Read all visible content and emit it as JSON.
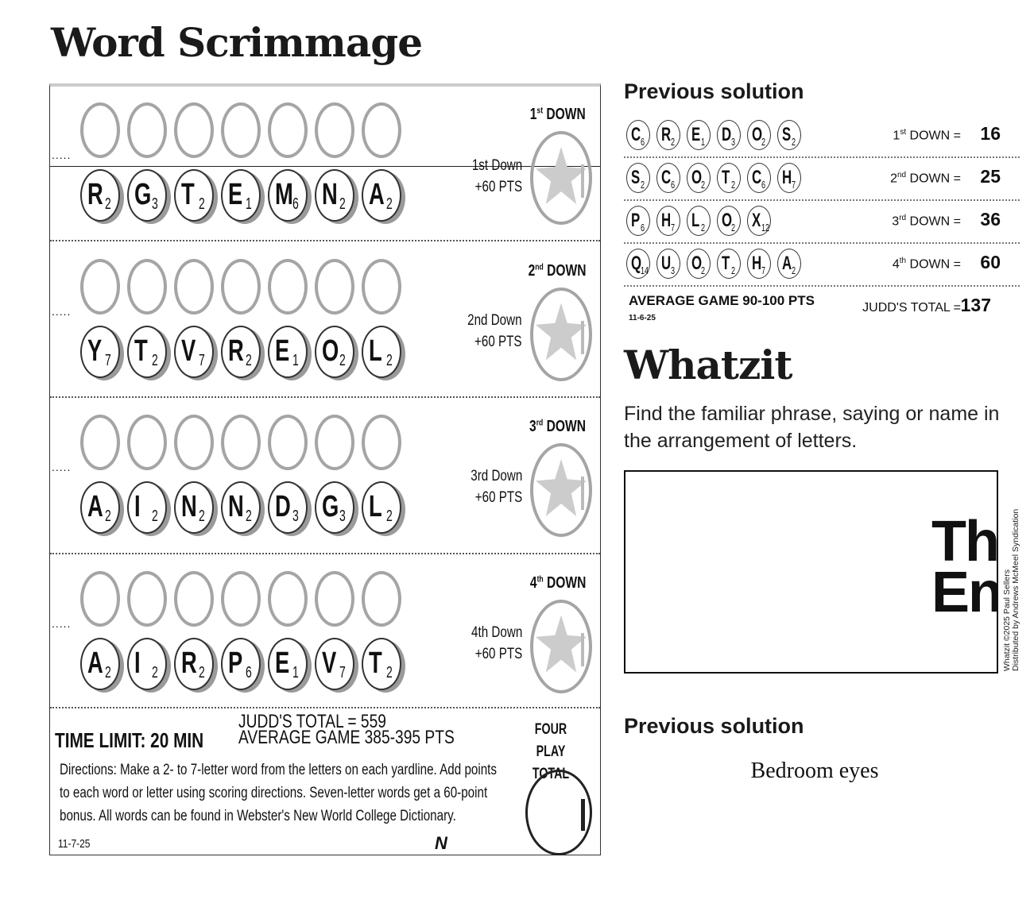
{
  "title": "Word Scrimmage",
  "game": {
    "rows": [
      {
        "down_label": "DOWN",
        "ord_num": "1",
        "ord_sup": "st",
        "bonus_line1": "1st Down",
        "bonus_line2": "+60 PTS",
        "tiles": [
          [
            "R",
            "2"
          ],
          [
            "G",
            "3"
          ],
          [
            "T",
            "2"
          ],
          [
            "E",
            "1"
          ],
          [
            "M",
            "6"
          ],
          [
            "N",
            "2"
          ],
          [
            "A",
            "2"
          ]
        ]
      },
      {
        "down_label": "DOWN",
        "ord_num": "2",
        "ord_sup": "nd",
        "bonus_line1": "2nd Down",
        "bonus_line2": "+60 PTS",
        "tiles": [
          [
            "Y",
            "7"
          ],
          [
            "T",
            "2"
          ],
          [
            "V",
            "7"
          ],
          [
            "R",
            "2"
          ],
          [
            "E",
            "1"
          ],
          [
            "O",
            "2"
          ],
          [
            "L",
            "2"
          ]
        ]
      },
      {
        "down_label": "DOWN",
        "ord_num": "3",
        "ord_sup": "rd",
        "bonus_line1": "3rd Down",
        "bonus_line2": "+60 PTS",
        "tiles": [
          [
            "A",
            "2"
          ],
          [
            "I",
            "2"
          ],
          [
            "N",
            "2"
          ],
          [
            "N",
            "2"
          ],
          [
            "D",
            "3"
          ],
          [
            "G",
            "3"
          ],
          [
            "L",
            "2"
          ]
        ]
      },
      {
        "down_label": "DOWN",
        "ord_num": "4",
        "ord_sup": "th",
        "bonus_line1": "4th Down",
        "bonus_line2": "+60 PTS",
        "tiles": [
          [
            "A",
            "2"
          ],
          [
            "I",
            "2"
          ],
          [
            "R",
            "2"
          ],
          [
            "P",
            "6"
          ],
          [
            "E",
            "1"
          ],
          [
            "V",
            "7"
          ],
          [
            "T",
            "2"
          ]
        ]
      }
    ],
    "dots": ".....",
    "time_limit": "TIME LIMIT: 20 MIN",
    "judds_total": "JUDD'S TOTAL = 559",
    "average": "AVERAGE GAME 385-395 PTS",
    "directions": "Directions: Make a 2- to 7-letter word from the letters on each yardline. Add points to each word or letter using scoring directions. Seven-letter words get a 60-point bonus. All words can be found in Webster's New World College Dictionary.",
    "date": "11-7-25",
    "mark": "N",
    "four_play": "FOUR PLAY",
    "total": "TOTAL"
  },
  "previous_solution": {
    "heading": "Previous solution",
    "rows": [
      {
        "ord_num": "1",
        "ord_sup": "st",
        "label": "DOWN =",
        "value": "16",
        "tiles": [
          [
            "C",
            "6"
          ],
          [
            "R",
            "2"
          ],
          [
            "E",
            "1"
          ],
          [
            "D",
            "3"
          ],
          [
            "O",
            "2"
          ],
          [
            "S",
            "2"
          ]
        ]
      },
      {
        "ord_num": "2",
        "ord_sup": "nd",
        "label": "DOWN =",
        "value": "25",
        "tiles": [
          [
            "S",
            "2"
          ],
          [
            "C",
            "6"
          ],
          [
            "O",
            "2"
          ],
          [
            "T",
            "2"
          ],
          [
            "C",
            "6"
          ],
          [
            "H",
            "7"
          ]
        ]
      },
      {
        "ord_num": "3",
        "ord_sup": "rd",
        "label": "DOWN =",
        "value": "36",
        "tiles": [
          [
            "P",
            "6"
          ],
          [
            "H",
            "7"
          ],
          [
            "L",
            "2"
          ],
          [
            "O",
            "2"
          ],
          [
            "X",
            "12"
          ]
        ]
      },
      {
        "ord_num": "4",
        "ord_sup": "th",
        "label": "DOWN =",
        "value": "60",
        "tiles": [
          [
            "Q",
            "14"
          ],
          [
            "U",
            "3"
          ],
          [
            "O",
            "2"
          ],
          [
            "T",
            "2"
          ],
          [
            "H",
            "7"
          ],
          [
            "A",
            "2"
          ]
        ]
      }
    ],
    "average": "AVERAGE GAME 90-100 PTS",
    "date": "11-6-25",
    "judds_label": "JUDD'S TOTAL =",
    "judds_value": "137"
  },
  "whatzit": {
    "title": "Whatzit",
    "instructions": "Find the familiar phrase, saying or name in the arrangement of letters.",
    "puzzle_line1": "Th",
    "puzzle_line2": "En",
    "credit_line1": "Whatzit ©2025 Paul Sellers",
    "credit_line2": "Distributed by Andrews McMeel Syndication",
    "prev_heading": "Previous solution",
    "prev_answer": "Bedroom eyes"
  }
}
